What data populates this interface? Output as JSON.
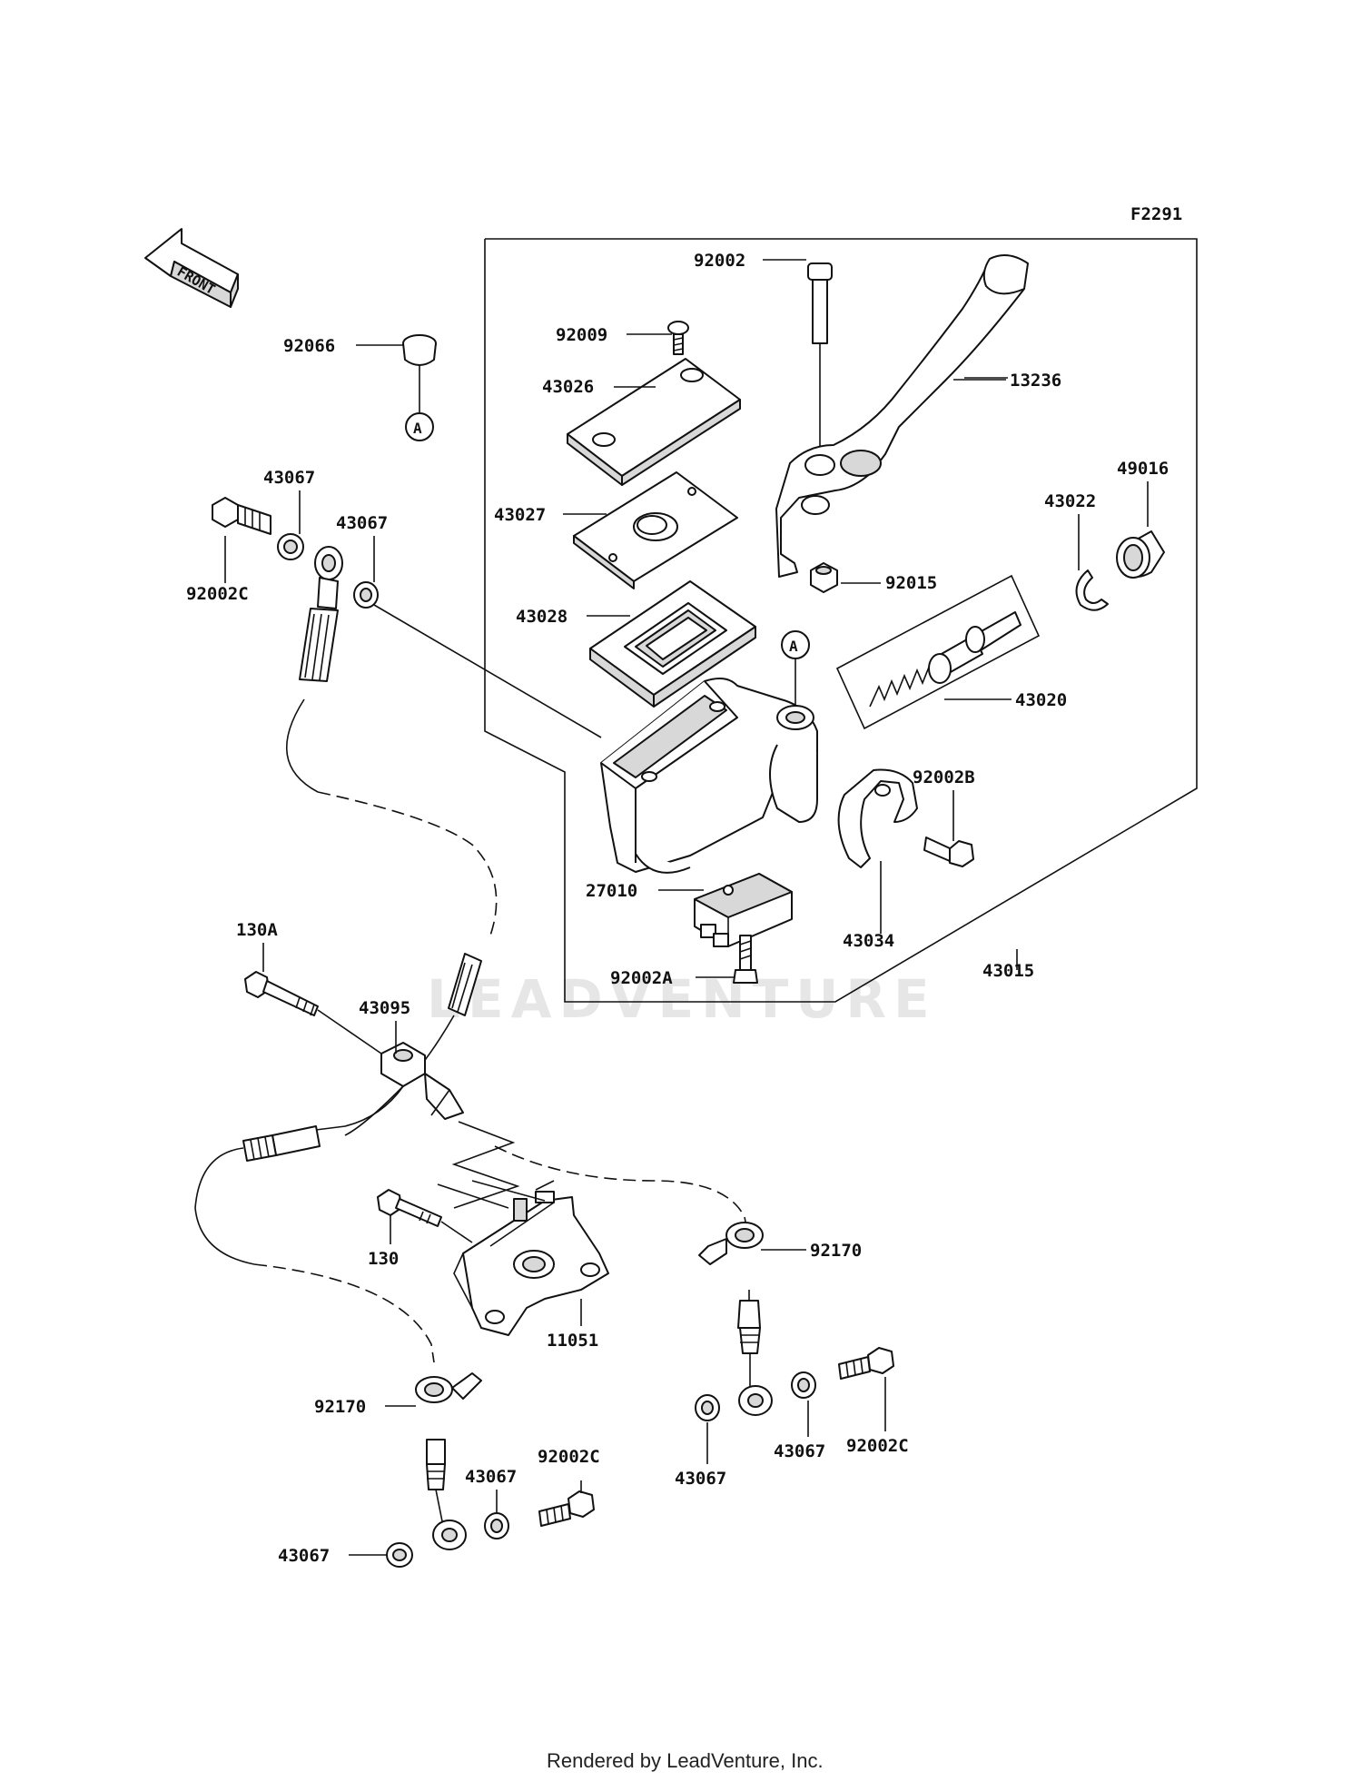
{
  "figure_code": "F2291",
  "front_arrow": "FRONT",
  "watermark": "LEADVENTURE",
  "footer": "Rendered by LeadVenture, Inc.",
  "callouts": {
    "a_top": "A",
    "a_body": "A"
  },
  "labels": {
    "p92002": "92002",
    "p92009": "92009",
    "p13236": "13236",
    "p92066": "92066",
    "p43026": "43026",
    "p49016": "49016",
    "p43022": "43022",
    "p43067_a": "43067",
    "p43067_b": "43067",
    "p43027": "43027",
    "p92002c_a": "92002C",
    "p92015": "92015",
    "p43028": "43028",
    "p43020": "43020",
    "p92002b": "92002B",
    "p27010": "27010",
    "p43034": "43034",
    "p43015": "43015",
    "p130a": "130A",
    "p92002a": "92002A",
    "p43095": "43095",
    "p130": "130",
    "p92170_a": "92170",
    "p11051": "11051",
    "p92170_b": "92170",
    "p92002c_b": "92002C",
    "p43067_c": "43067",
    "p43067_d": "43067",
    "p92002c_c": "92002C",
    "p43067_e": "43067",
    "p43067_f": "43067"
  }
}
